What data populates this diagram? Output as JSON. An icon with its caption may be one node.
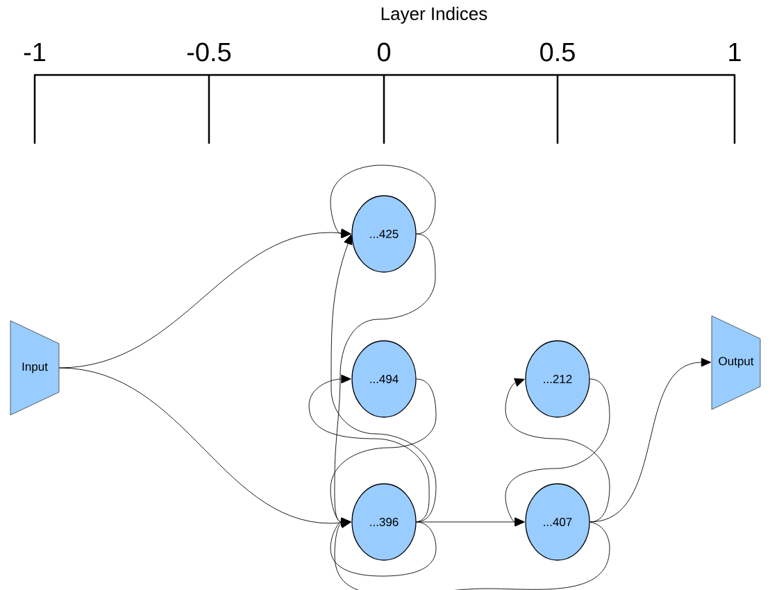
{
  "diagram": {
    "nodes": [
      {
        "text": [
          "Input"
        ]
      },
      {
        "text": [
          "...425"
        ]
      },
      {
        "text": [
          "...494"
        ]
      },
      {
        "text": [
          "...396"
        ]
      },
      {
        "text": [
          "...212"
        ]
      },
      {
        "text": [
          "...407"
        ]
      },
      {
        "text": [
          "Output"
        ]
      }
    ],
    "edges": [
      {
        "from": 0,
        "to": 1,
        "arrow": "to"
      },
      {
        "from": 0,
        "to": 3,
        "arrow": "to"
      },
      {
        "from": 1,
        "to": 1,
        "arrow": "to"
      },
      {
        "from": 1,
        "to": 3,
        "arrow": "to"
      },
      {
        "from": 2,
        "to": 3,
        "arrow": "to"
      },
      {
        "from": 3,
        "to": 1,
        "arrow": "to"
      },
      {
        "from": 3,
        "to": 2,
        "arrow": "to"
      },
      {
        "from": 3,
        "to": 3,
        "arrow": "to"
      },
      {
        "from": 3,
        "to": 5,
        "arrow": "to"
      },
      {
        "from": 4,
        "to": 5,
        "arrow": "to"
      },
      {
        "from": 5,
        "to": 4,
        "arrow": "to"
      },
      {
        "from": 5,
        "to": 3,
        "arrow": "to"
      },
      {
        "from": 5,
        "to": 6,
        "arrow": "to"
      }
    ],
    "labels": [
      "Layer Indices",
      "-1",
      "-0.5",
      "0",
      "0.5",
      "1"
    ]
  }
}
